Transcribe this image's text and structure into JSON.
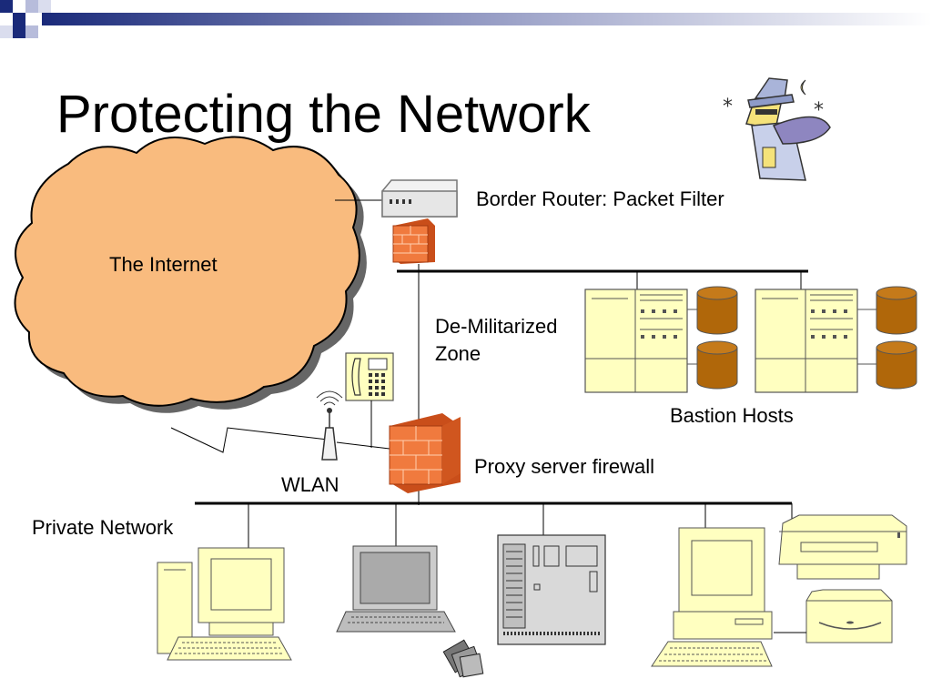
{
  "slide": {
    "title": "Protecting the Network"
  },
  "labels": {
    "internet": "The Internet",
    "border_router": "Border Router: Packet Filter",
    "dmz_line1": "De-Militarized",
    "dmz_line2": "Zone",
    "bastion_hosts": "Bastion Hosts",
    "proxy_firewall": "Proxy server firewall",
    "wlan": "WLAN",
    "private_network": "Private Network"
  },
  "colors": {
    "cloud_fill": "#F9BB7E",
    "firewall": "#E8632A",
    "device_fill": "#FFFFC0",
    "disk": "#B0670A",
    "header_blue": "#1A2A7A"
  }
}
